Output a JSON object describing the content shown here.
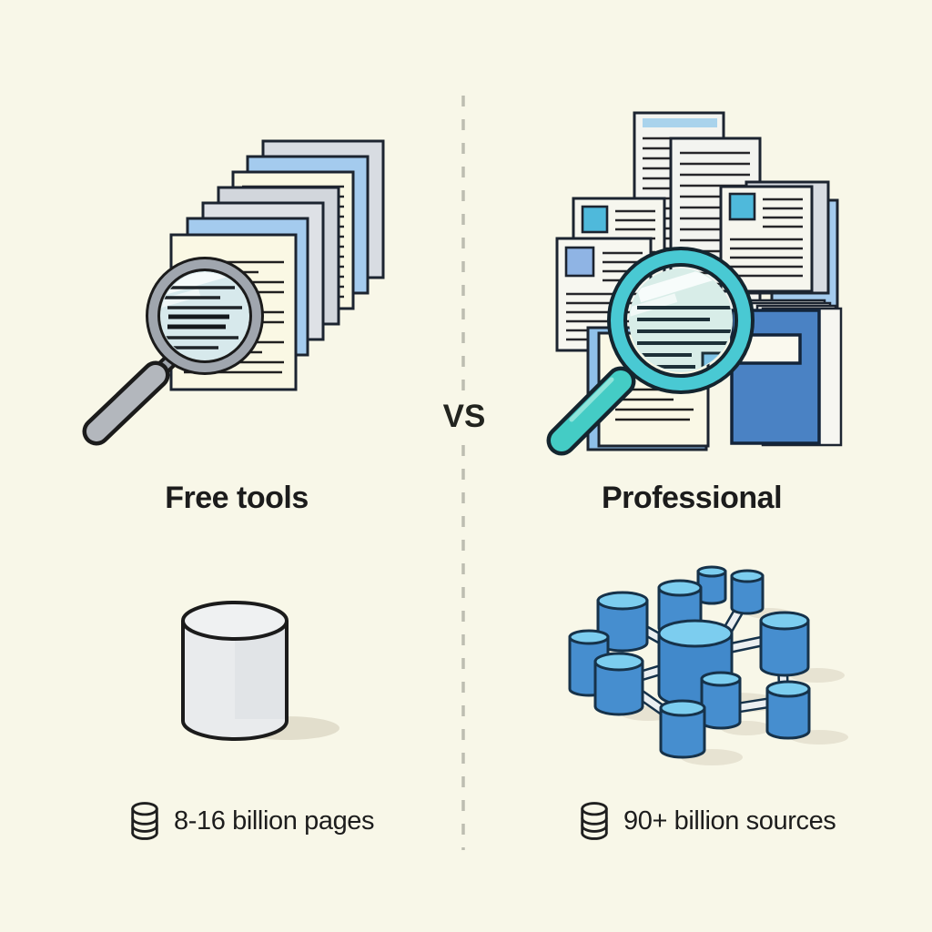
{
  "scene": {
    "background_color": "#F8F7E8",
    "divider": {
      "style": "dashed-vertical-line",
      "color": "#BDBDB1"
    },
    "versus_label": "VS"
  },
  "left_panel": {
    "title": "Free tools",
    "stat": "8-16 billion pages",
    "illustration": "document-stack-with-gray-magnifier",
    "storage_icon": "single-gray-database-cylinder",
    "stat_icon": "database-icon"
  },
  "right_panel": {
    "title": "Professional",
    "stat": "90+ billion sources",
    "illustration": "document-collage-with-teal-magnifier-and-blue-book",
    "storage_icon": "connected-blue-database-network",
    "stat_icon": "database-icon"
  },
  "colors": {
    "ink": "#1C1C1C",
    "page_cream": "#FAF8E3",
    "page_blue": "#A4CBEE",
    "page_gray": "#D8DCE2",
    "magnifier_gray": "#B3B7BD",
    "magnifier_teal": "#46CBC9",
    "lens_tint": "#D7E9EC",
    "book_blue": "#4A82C4",
    "database_blue": "#468ECF",
    "database_top_blue": "#7CCDEF",
    "shadow": "#E7E3D2"
  }
}
